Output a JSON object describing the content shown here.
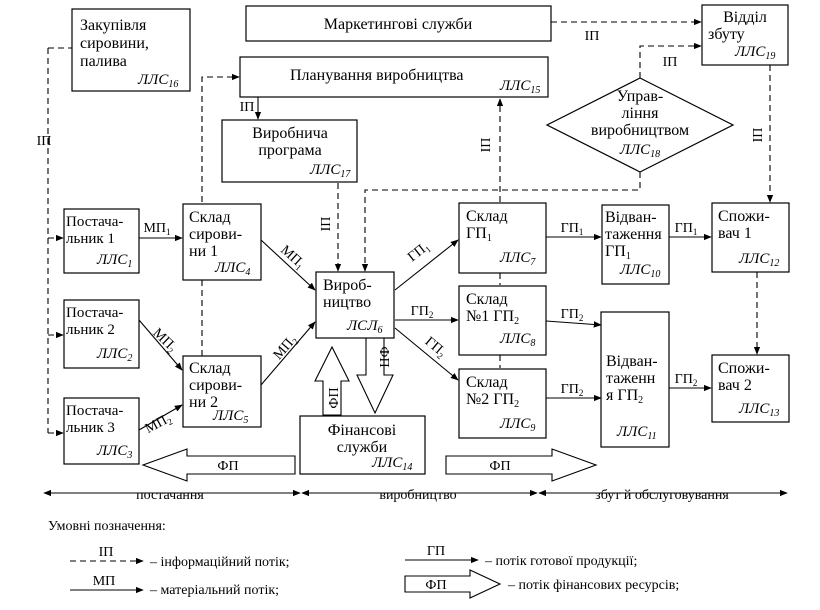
{
  "blocks": {
    "zakupivlia": {
      "lines": [
        "Закупівля",
        "сировини,",
        "палива"
      ],
      "code": "ЛЛС",
      "sub": "16"
    },
    "marketing": {
      "lines": [
        "Маркетингові служби"
      ]
    },
    "viddil": {
      "lines": [
        "Відділ",
        "збуту"
      ],
      "code": "ЛЛС",
      "sub": "19"
    },
    "planuvannia": {
      "lines": [
        "Планування виробництва"
      ],
      "code": "ЛЛС",
      "sub": "15"
    },
    "vyrob_programa": {
      "lines": [
        "Виробнича",
        "програма"
      ],
      "code": "ЛЛС",
      "sub": "17"
    },
    "upravlinnia": {
      "lines": [
        "Управ-",
        "ління",
        "виробництвом"
      ],
      "code": "ЛЛС",
      "sub": "18"
    },
    "postach1": {
      "lines": [
        "Постача-",
        "льник 1"
      ],
      "code": "ЛЛС",
      "sub": "1"
    },
    "postach2": {
      "lines": [
        "Постача-",
        "льник 2"
      ],
      "code": "ЛЛС",
      "sub": "2"
    },
    "postach3": {
      "lines": [
        "Постача-",
        "льник 3"
      ],
      "code": "ЛЛС",
      "sub": "3"
    },
    "sklad_s1": {
      "lines": [
        "Склад",
        "сирови-",
        "ни 1"
      ],
      "code": "ЛЛС",
      "sub": "4"
    },
    "sklad_s2": {
      "lines": [
        "Склад",
        "сирови-",
        "ни 2"
      ],
      "code": "ЛЛС",
      "sub": "5"
    },
    "vyrobnytstvo": {
      "lines": [
        "Вироб-",
        "ництво"
      ],
      "code": "ЛСЛ",
      "sub": "6"
    },
    "sklad_gp1": {
      "lines": [
        "Склад",
        "ГП"
      ],
      "line2_sub": "1",
      "code": "ЛЛС",
      "sub": "7"
    },
    "sklad_gp2a": {
      "lines": [
        "Склад",
        "№1 ГП"
      ],
      "line2_sub": "2",
      "code": "ЛЛС",
      "sub": "8"
    },
    "sklad_gp2b": {
      "lines": [
        "Склад",
        "№2 ГП"
      ],
      "line2_sub": "2",
      "code": "ЛЛС",
      "sub": "9"
    },
    "vidvant1": {
      "lines": [
        "Відван-",
        "таження",
        "ГП"
      ],
      "line3_sub": "1",
      "code": "ЛЛС",
      "sub": "10"
    },
    "vidvant2": {
      "lines": [
        "Відван-",
        "таженн",
        "я ГП"
      ],
      "line3_sub": "2",
      "code": "ЛЛС",
      "sub": "11"
    },
    "spozh1": {
      "lines": [
        "Спожи-",
        "вач 1"
      ],
      "code": "ЛЛС",
      "sub": "12"
    },
    "spozh2": {
      "lines": [
        "Спожи-",
        "вач 2"
      ],
      "code": "ЛЛС",
      "sub": "13"
    },
    "finansovi": {
      "lines": [
        "Фінансові",
        "служби"
      ],
      "code": "ЛЛС",
      "sub": "14"
    }
  },
  "flow_labels": {
    "ip": "ІП",
    "mp": "МП",
    "gp": "ГП",
    "fp": "ФП",
    "sub1": "1",
    "sub2": "2"
  },
  "phases": {
    "supply": "постачання",
    "production": "виробництво",
    "sales": "збут й обслуговування"
  },
  "legend": {
    "title": "Умовні позначення:",
    "ip_desc": "– інформаційний потік;",
    "mp_desc": "– матеріальний потік;",
    "gp_desc": "– потік готової продукції;",
    "fp_desc": "– потік фінансових ресурсів;"
  }
}
